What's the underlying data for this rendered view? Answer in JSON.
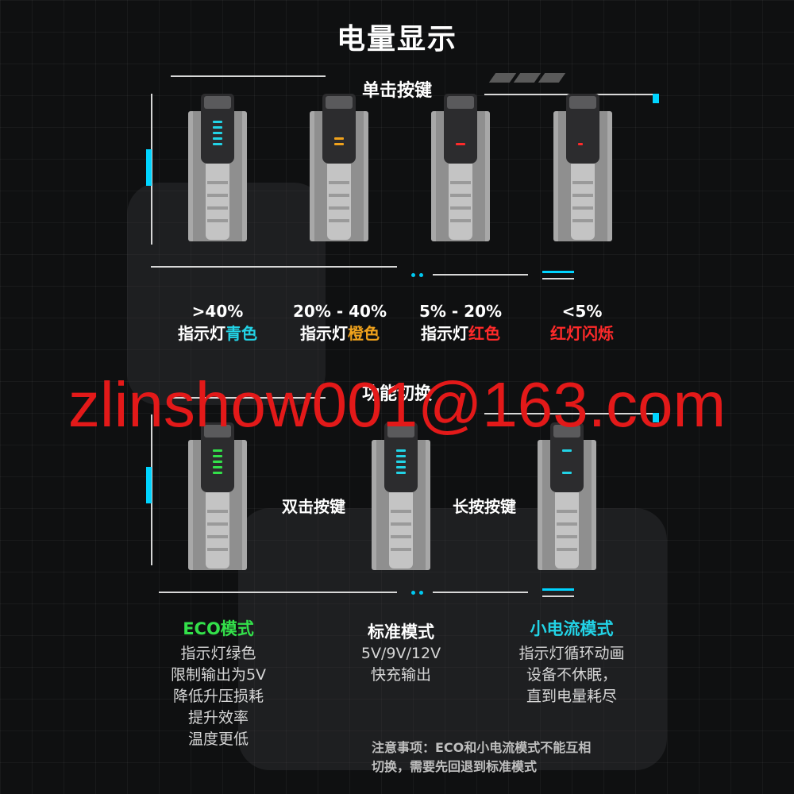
{
  "title": "电量显示",
  "section1": {
    "subtitle": "单击按键"
  },
  "levels": [
    {
      "pct": ">40%",
      "prefix": "指示灯",
      "color_word": "青色",
      "color": "#22d3e6"
    },
    {
      "pct": "20% - 40%",
      "prefix": "指示灯",
      "color_word": "橙色",
      "color": "#f0a21c"
    },
    {
      "pct": "5% - 20%",
      "prefix": "指示灯",
      "color_word": "红色",
      "color": "#ff2a2a"
    },
    {
      "pct": "<5%",
      "prefix": "",
      "color_word": "红灯闪烁",
      "color": "#ff2a2a"
    }
  ],
  "section2": {
    "subtitle": "功能切换",
    "double_press": "双击按键",
    "long_press": "长按按键"
  },
  "modes": [
    {
      "name": "ECO模式",
      "color": "#33e04a",
      "lines": [
        "指示灯绿色",
        "限制输出为5V",
        "降低升压损耗",
        "提升效率",
        "温度更低"
      ]
    },
    {
      "name": "标准模式",
      "color": "#ffffff",
      "lines": [
        "5V/9V/12V",
        "快充输出"
      ]
    },
    {
      "name": "小电流模式",
      "color": "#22d3e6",
      "lines": [
        "指示灯循环动画",
        "设备不休眠，",
        "直到电量耗尽"
      ]
    }
  ],
  "note": {
    "line1": "注意事项：ECO和小电流模式不能互相",
    "line2": "切换，需要先回退到标准模式"
  },
  "watermark": "zlinshow001@163.com"
}
